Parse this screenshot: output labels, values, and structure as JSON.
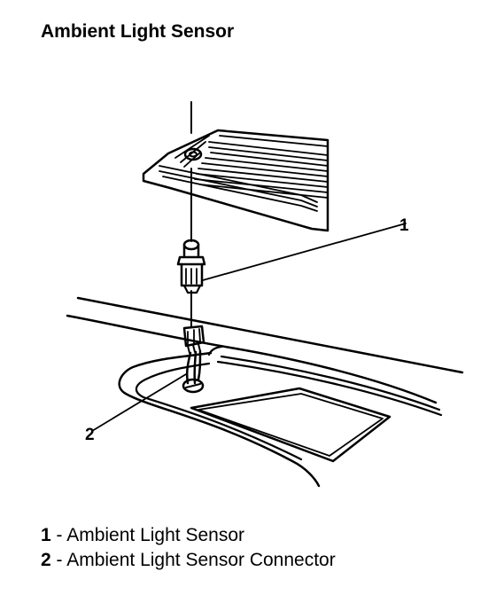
{
  "title": "Ambient Light Sensor",
  "callouts": [
    "1",
    "2"
  ],
  "legend": [
    {
      "num": "1",
      "sep": " - ",
      "text": "Ambient Light Sensor"
    },
    {
      "num": "2",
      "sep": " - ",
      "text": "Ambient Light Sensor Connector"
    }
  ]
}
